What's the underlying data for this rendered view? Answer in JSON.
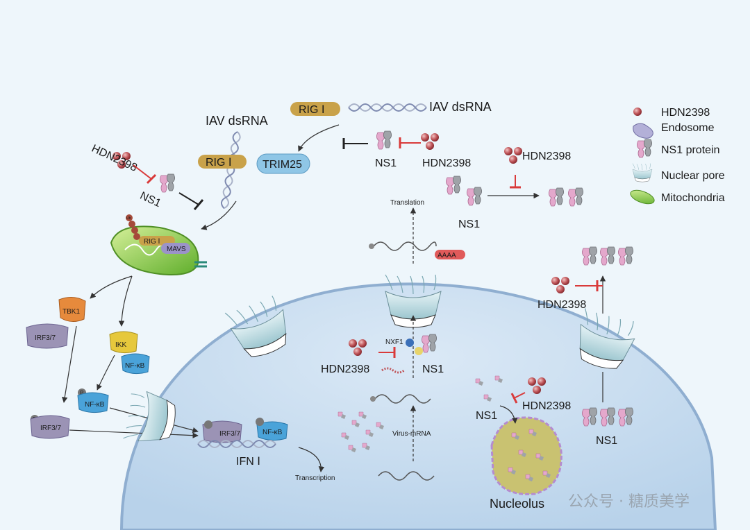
{
  "labels": {
    "iav_dsrna_top": "IAV dsRNA",
    "iav_dsrna_left": "IAV dsRNA",
    "rig_top": "RIG Ⅰ",
    "rig_left": "RIG Ⅰ",
    "rig_mito": "RIG Ⅰ",
    "trim25": "TRIM25",
    "ns1": "NS1",
    "hdn2398": "HDN2398",
    "translation": "Translation",
    "mavs": "MAVS",
    "ub": "Ub",
    "tbk1": "TBK1",
    "irf37": "IRF3/7",
    "ikk": "IKK",
    "nfkb": "NF-κB",
    "p": "P",
    "ifn": "IFN Ⅰ",
    "transcription": "Transcription",
    "nxf1": "NXF1",
    "virus_mrna": "Virus-mRNA",
    "aaaa": "AAAA",
    "nucleolus": "Nucleolus",
    "watermark": "公众号 · 糖质美学"
  },
  "legend": {
    "items": [
      {
        "label": "HDN2398",
        "icon": "hdn2398-icon"
      },
      {
        "label": "Endosome",
        "icon": "endosome-icon"
      },
      {
        "label": "NS1 protein",
        "icon": "ns1-protein-icon"
      },
      {
        "label": "Nuclear pore",
        "icon": "nuclear-pore-icon"
      },
      {
        "label": "Mitochondria",
        "icon": "mitochondria-icon"
      }
    ]
  },
  "colors": {
    "background": "#eef6fb",
    "nucleus": "#c9def1",
    "inhibit": "#d93a3a",
    "hdn": "#c0565a",
    "ns1_pink": "#e4a8cc",
    "ns1_gray": "#9fa3a8",
    "rig": "#c9a24a",
    "trim25": "#8fc6e6",
    "mito": "#8ccf3a",
    "tbk1": "#e68a3c",
    "ikk": "#e6c83c",
    "nfkb": "#4aa3d9",
    "irf": "#9b93b5",
    "nucleolus": "#c9c271"
  }
}
